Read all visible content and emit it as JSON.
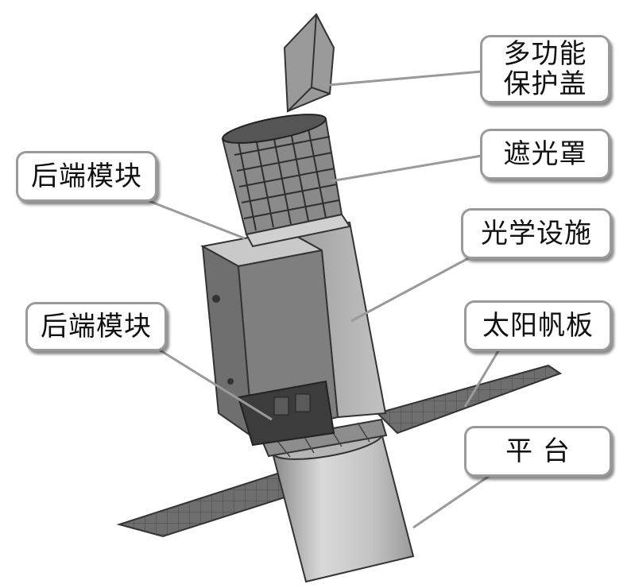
{
  "labels": {
    "cover_line1": "多功能",
    "cover_line2": "保护盖",
    "baffle": "遮光罩",
    "rear_module_upper": "后端模块",
    "optics": "光学设施",
    "rear_module_lower": "后端模块",
    "solar_panel": "太阳帆板",
    "platform": "平 台"
  }
}
